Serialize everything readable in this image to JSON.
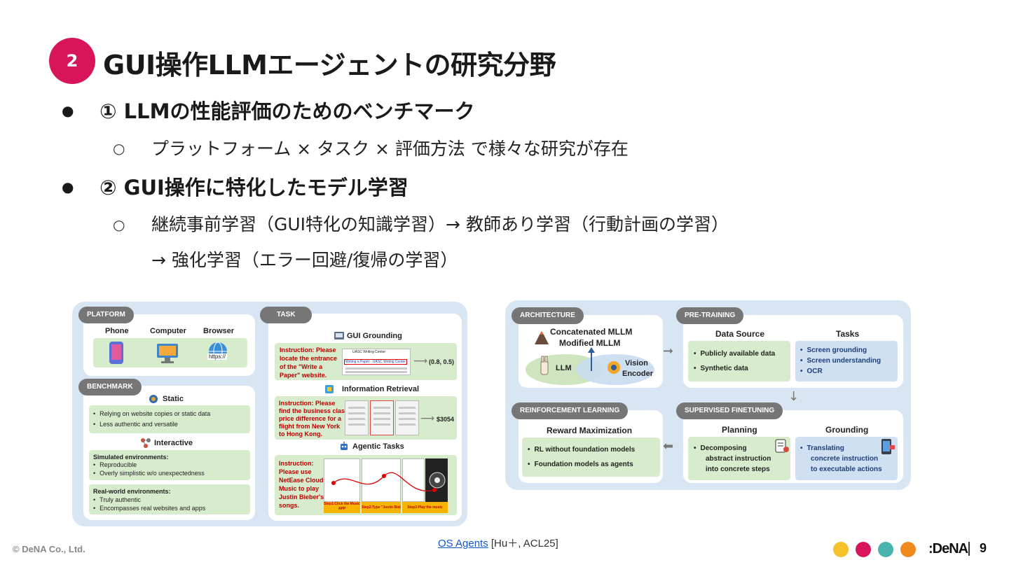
{
  "header": {
    "section_number": "2",
    "title": "GUI操作LLMエージェントの研究分野"
  },
  "bullets": [
    {
      "marker": "●",
      "text": "① LLMの性能評価のためのベンチマーク",
      "sub": [
        {
          "marker": "○",
          "text": "プラットフォーム × タスク × 評価方法 で様々な研究が存在"
        }
      ]
    },
    {
      "marker": "●",
      "text": "② GUI操作に特化したモデル学習",
      "sub": [
        {
          "marker": "○",
          "text": "継続事前学習（GUI特化の知識学習）→ 教師あり学習（行動計画の学習）"
        },
        {
          "marker": "",
          "text": "→ 強化学習（エラー回避/復帰の学習）"
        }
      ]
    }
  ],
  "left_figure": {
    "platform": {
      "tag": "PLATFORM",
      "items": [
        "Phone",
        "Computer",
        "Browser"
      ],
      "browser_url": "https://"
    },
    "benchmark": {
      "tag": "BENCHMARK",
      "static_title": "Static",
      "static_items": [
        "Relying on website copies or static data",
        "Less authentic and versatile"
      ],
      "interactive_title": "Interactive",
      "sim_title": "Simulated environments:",
      "sim_items": [
        "Reproducible",
        "Overly simplistic w/o unexpectedness"
      ],
      "real_title": "Real-world environments:",
      "real_items": [
        "Truly authentic",
        "Encompasses real websites and apps"
      ]
    },
    "task": {
      "tag": "TASK",
      "grounding_title": "GUI Grounding",
      "grounding_instruction": [
        "Instruction: Please",
        "locate the entrance",
        "of the \"Write a",
        "Paper\" website."
      ],
      "grounding_mock_title": "UASC Writing Center",
      "grounding_mock_link": "Writing a Paper - UASC Writing Center",
      "grounding_result": "(0.8, 0.5)",
      "retrieval_title": "Information Retrieval",
      "retrieval_instruction": [
        "Instruction: Please",
        "find the business class",
        "price difference for a",
        "flight from New York",
        "to Hong Kong."
      ],
      "retrieval_result": "$3054",
      "agentic_title": "Agentic Tasks",
      "agentic_instruction": [
        "Instruction:",
        "Please use",
        "NetEase Cloud",
        "Music to play",
        "Justin Bieber's",
        "songs."
      ],
      "agentic_steps": [
        "Step1:Click the Music APP",
        "Step2:Type \"Justin Bieber\"",
        "Step3:Play the music"
      ]
    }
  },
  "right_figure": {
    "architecture": {
      "tag": "ARCHITECTURE",
      "line1": "Concatenated MLLM",
      "line2": "Modified MLLM",
      "llm": "LLM",
      "vision1": "Vision",
      "vision2": "Encoder"
    },
    "pretraining": {
      "tag": "PRE-TRAINING",
      "data_source_title": "Data Source",
      "data_source_items": [
        "Publicly available data",
        "Synthetic data"
      ],
      "tasks_title": "Tasks",
      "tasks_items": [
        "Screen grounding",
        "Screen understanding",
        "OCR"
      ]
    },
    "rl": {
      "tag": "REINFORCEMENT LEARNING",
      "title": "Reward Maximization",
      "items": [
        "RL without foundation models",
        "Foundation models as agents"
      ]
    },
    "sft": {
      "tag": "SUPERVISED FINETUNING",
      "planning_title": "Planning",
      "planning_lines": [
        "Decomposing",
        "abstract instruction",
        "into concrete steps"
      ],
      "grounding_title": "Grounding",
      "grounding_lines": [
        "Translating",
        "concrete instruction",
        "to executable actions"
      ]
    }
  },
  "footer": {
    "copyright": "© DeNA Co., Ltd.",
    "citation_link": "OS Agents",
    "citation_rest": " [Hu＋, ACL25]",
    "logo": ":DeNA",
    "page_number": "9",
    "dot_colors": [
      "#f6c22b",
      "#d8155a",
      "#49b3b0",
      "#f08a1d"
    ]
  }
}
